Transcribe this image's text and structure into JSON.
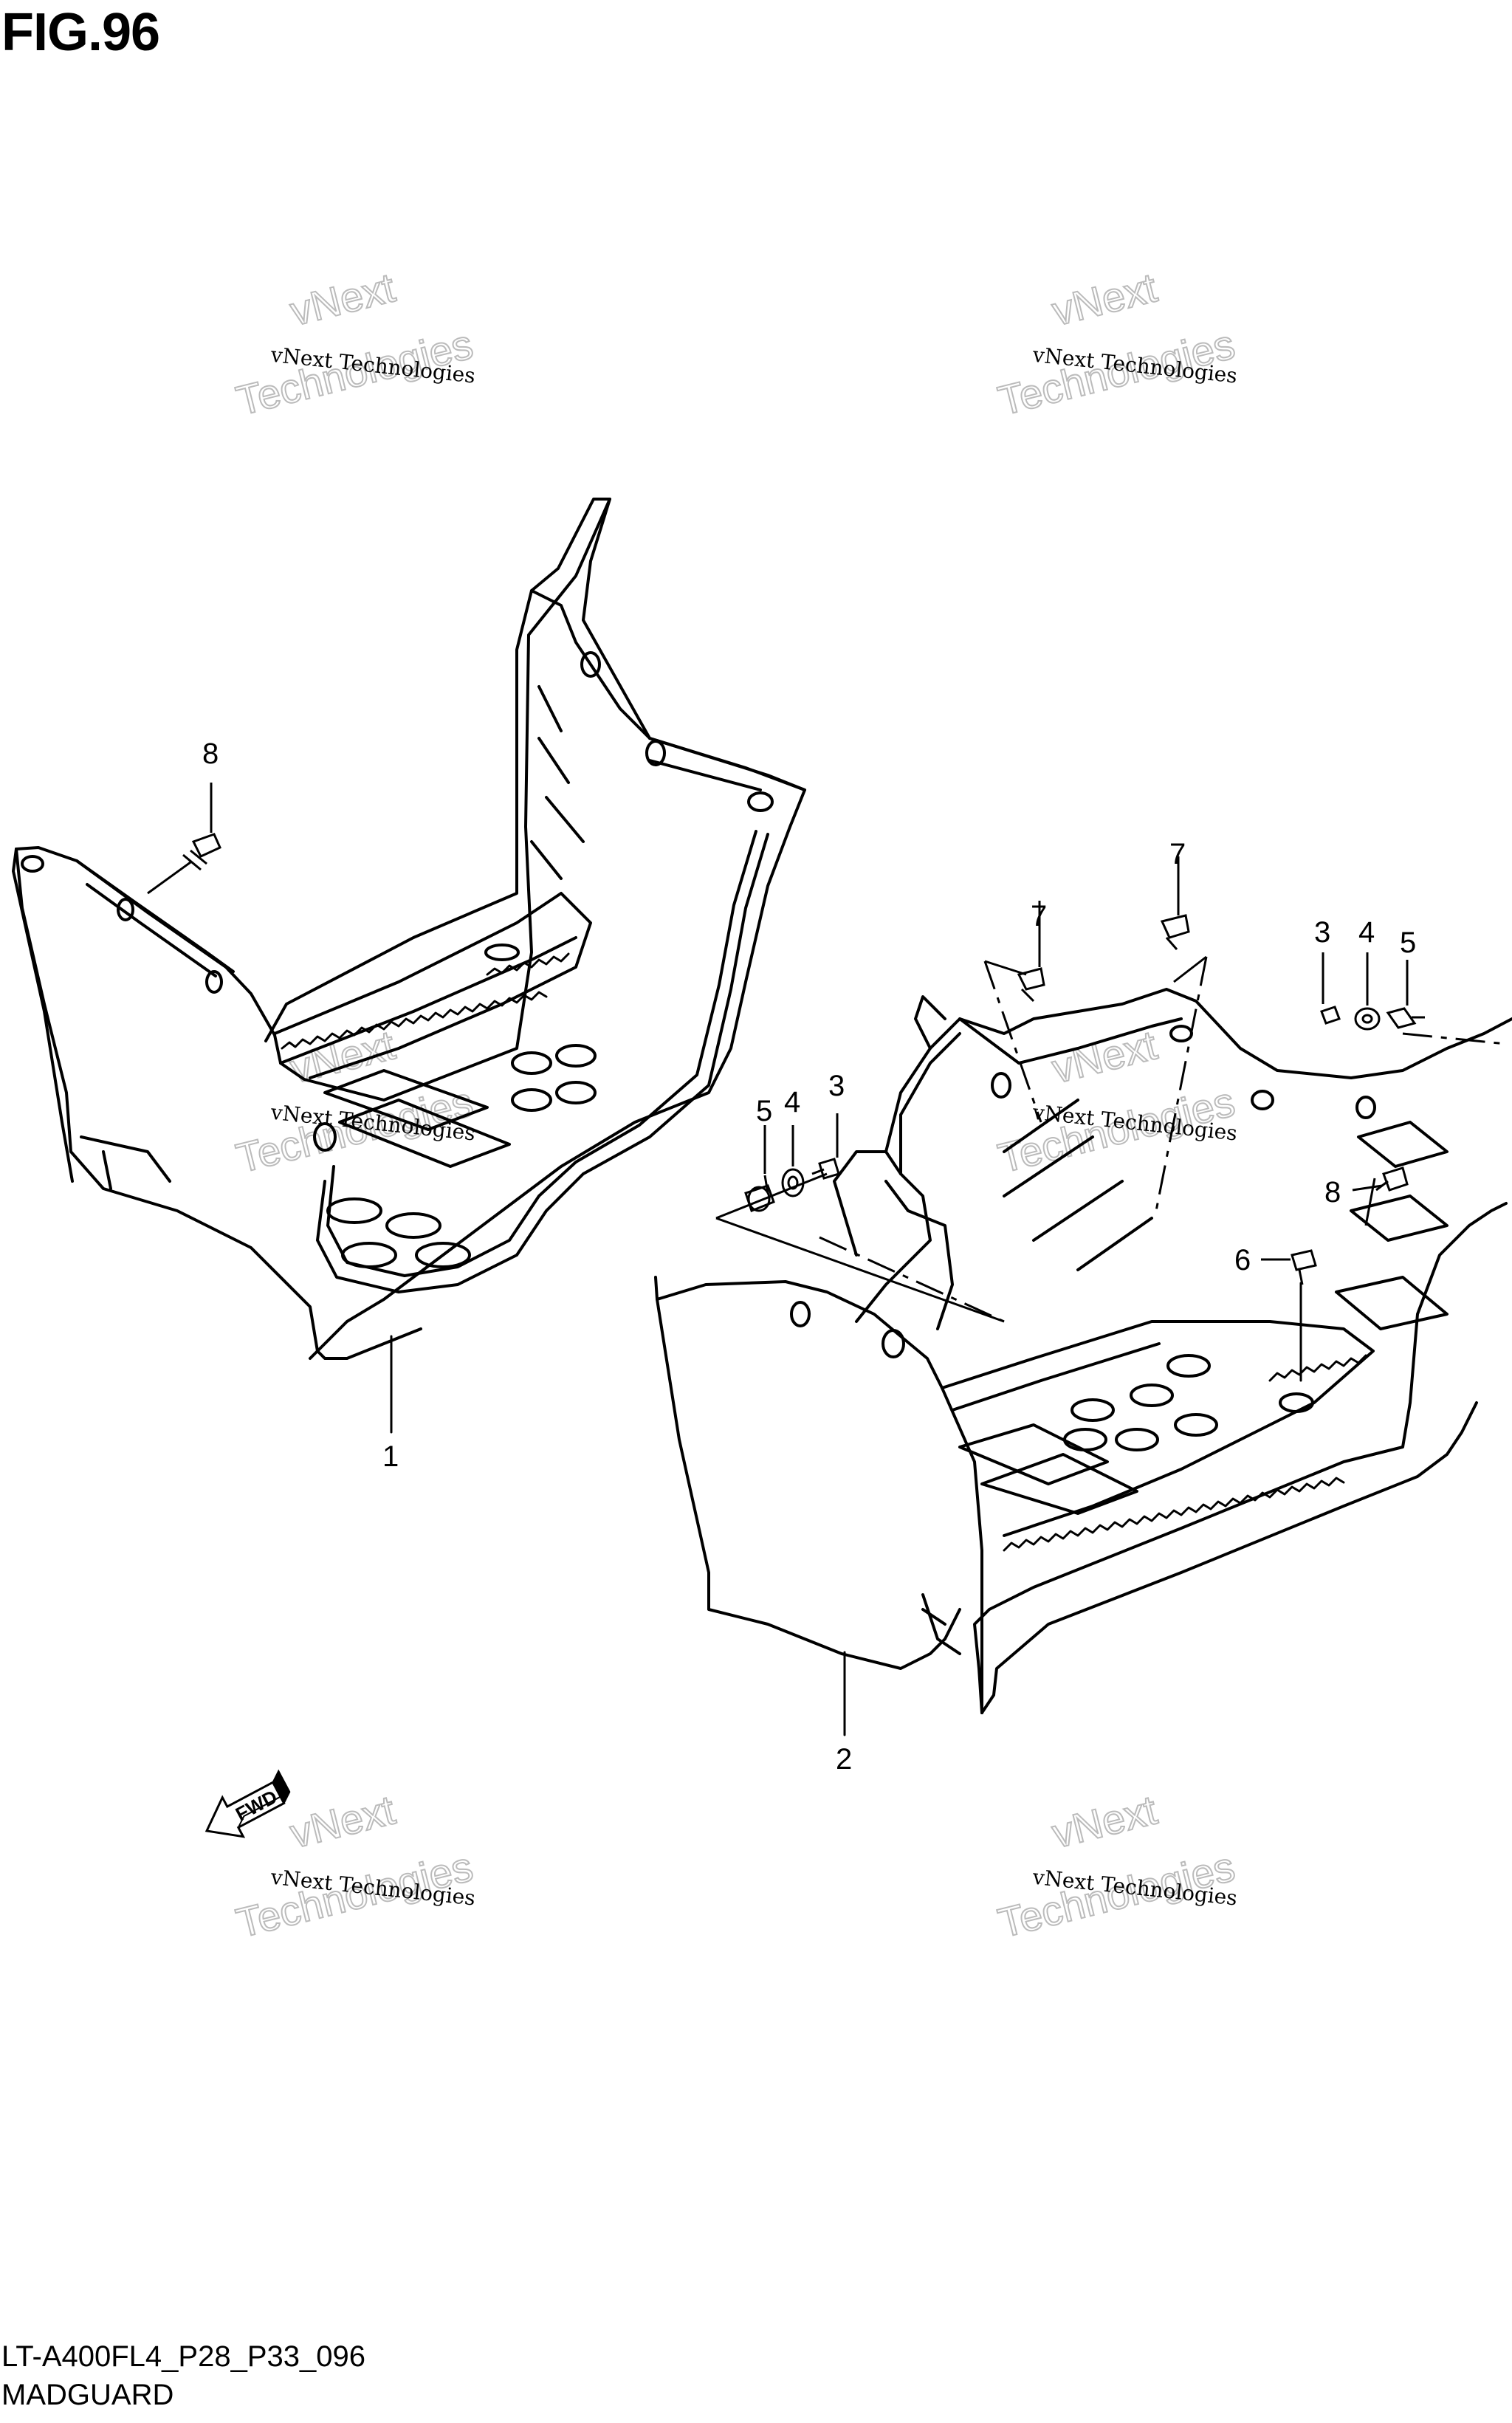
{
  "figure": {
    "title": "FIG.96",
    "code": "LT-A400FL4_P28_P33_096",
    "name": "MADGUARD"
  },
  "callouts": {
    "p1": "1",
    "p2": "2",
    "p3a": "3",
    "p3b": "3",
    "p4a": "4",
    "p4b": "4",
    "p5a": "5",
    "p5b": "5",
    "p6": "6",
    "p7a": "7",
    "p7b": "7",
    "p8a": "8",
    "p8b": "8"
  },
  "fwd_arrow": {
    "label": "FWD"
  },
  "watermark": {
    "line1": "vNext Technologies",
    "line2a": "vNext",
    "line2b": "Technologies"
  },
  "colors": {
    "ink": "#000000",
    "watermark": "#bbbbbb",
    "background": "#ffffff"
  }
}
